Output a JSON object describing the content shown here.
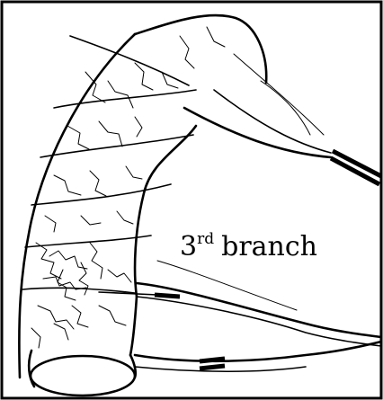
{
  "label": {
    "number": "3",
    "ordinal_suffix": "rd",
    "word": "branch"
  }
}
